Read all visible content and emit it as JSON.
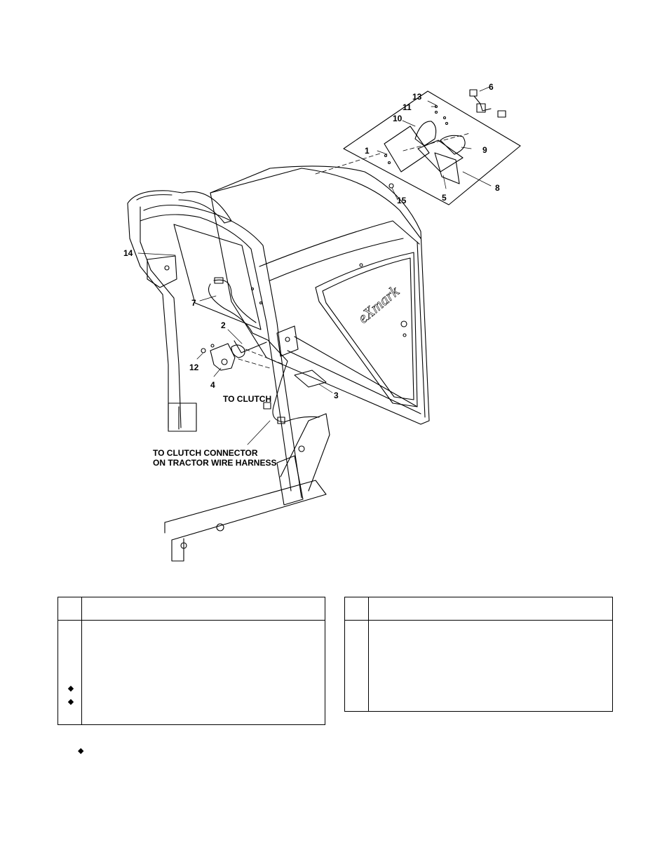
{
  "diagram": {
    "callouts": [
      "1",
      "2",
      "3",
      "4",
      "5",
      "6",
      "7",
      "8",
      "9",
      "10",
      "11",
      "12",
      "13",
      "14",
      "15"
    ],
    "notes": {
      "to_clutch": "TO CLUTCH",
      "to_clutch_connector_line1": "TO CLUTCH CONNECTOR",
      "to_clutch_connector_line2": "ON TRACTOR WIRE HARNESS"
    },
    "brand_mark": "eXmark"
  },
  "tables": {
    "left_markers": [
      "◆",
      "◆"
    ],
    "footnote_marker": "◆"
  }
}
